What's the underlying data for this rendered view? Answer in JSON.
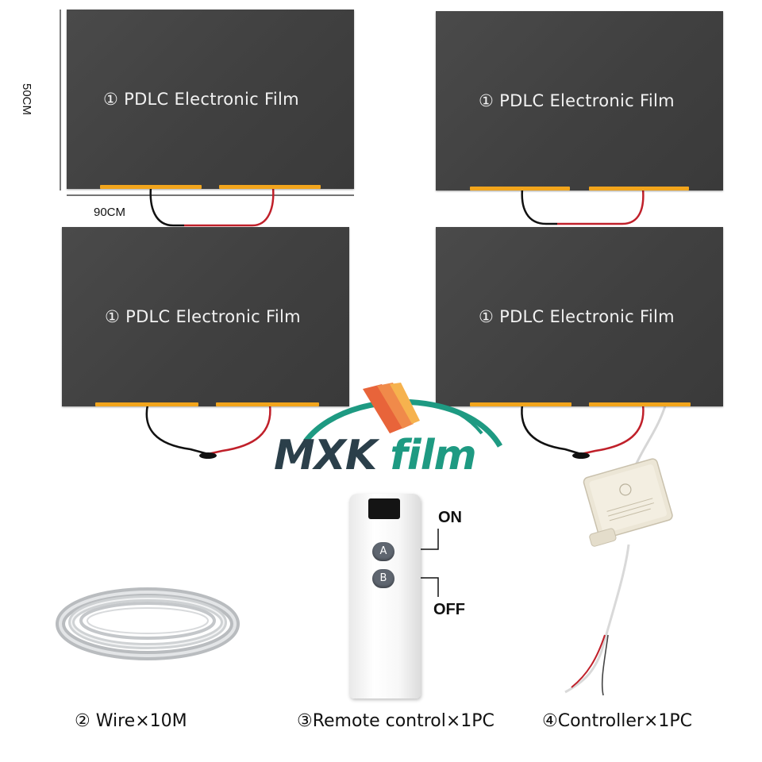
{
  "films": [
    {
      "label": "① PDLC Electronic Film"
    },
    {
      "label": "① PDLC Electronic Film"
    },
    {
      "label": "① PDLC Electronic Film"
    },
    {
      "label": "① PDLC Electronic Film"
    }
  ],
  "dimensions": {
    "height": "50CM",
    "width": "90CM"
  },
  "remote": {
    "button_a": "A",
    "button_b": "B",
    "on_label": "ON",
    "off_label": "OFF"
  },
  "logo": {
    "part1": "MXK",
    "part2": "film"
  },
  "captions": {
    "wire": "② Wire×10M",
    "remote": "③Remote control×1PC",
    "controller": "④Controller×1PC"
  },
  "colors": {
    "film": "#404040",
    "busbar": "#f2a51c",
    "logo_dark": "#2b3f4a",
    "logo_teal": "#1e9a82",
    "logo_orange": "#e8643a"
  }
}
